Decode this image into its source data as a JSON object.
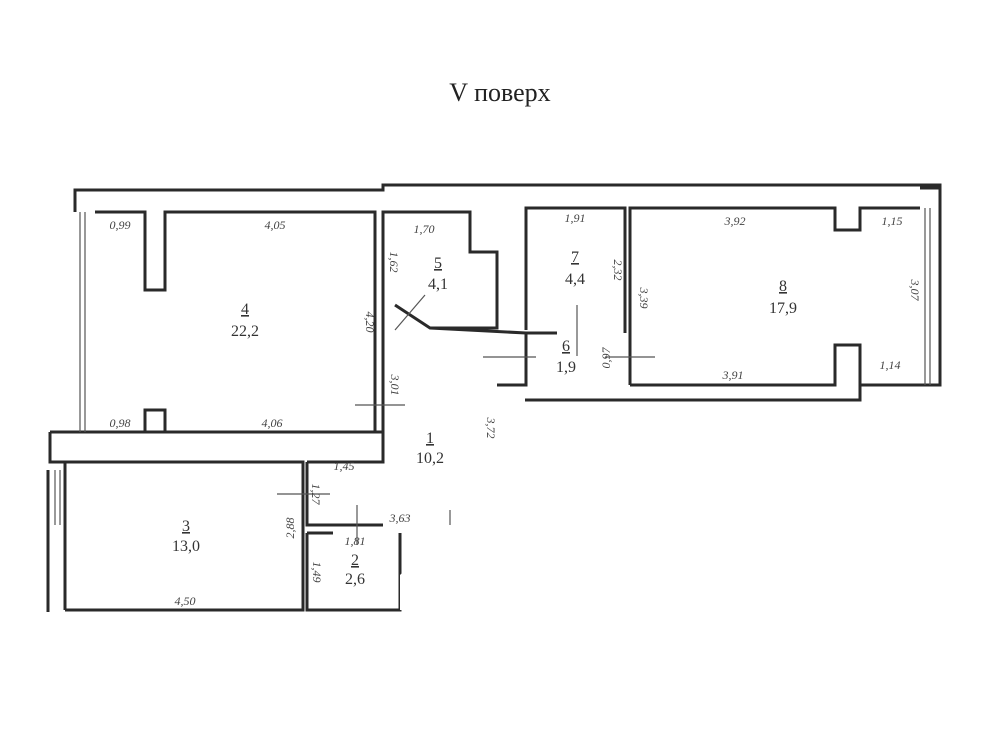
{
  "title": "V поверх",
  "rooms": [
    {
      "number": "1",
      "area": "10,2"
    },
    {
      "number": "2",
      "area": "2,6"
    },
    {
      "number": "3",
      "area": "13,0"
    },
    {
      "number": "4",
      "area": "22,2"
    },
    {
      "number": "5",
      "area": "4,1"
    },
    {
      "number": "6",
      "area": "1,9"
    },
    {
      "number": "7",
      "area": "4,4"
    },
    {
      "number": "8",
      "area": "17,9"
    }
  ],
  "dimensions": {
    "r4_top_left": "0,99",
    "r4_top": "4,05",
    "r4_bottom_left": "0,98",
    "r4_bottom": "4,06",
    "r4_right": "4,20",
    "r5_top": "1,70",
    "r5_left": "1,62",
    "r1_left": "3,01",
    "r1_right": "3,72",
    "r1_top_left": "1,45",
    "r1_bottom": "3,63",
    "r3_right_top": "1,27",
    "r3_right": "2,88",
    "r3_bottom": "4,50",
    "r2_top": "1,81",
    "r2_left": "1,49",
    "r7_top": "1,91",
    "r7_right": "2,32",
    "r6_right": "0,97",
    "r8_left": "3,39",
    "r8_top": "3,92",
    "r8_top_right": "1,15",
    "r8_right": "3,07",
    "r8_bottom": "3,91",
    "r8_bottom_right": "1,14"
  }
}
